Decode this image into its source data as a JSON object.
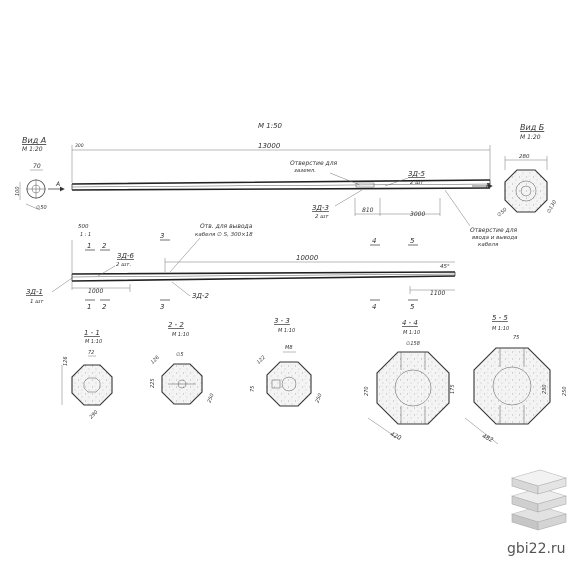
{
  "main_scale": "М 1:50",
  "view_a": {
    "title": "Вид А",
    "scale": "М 1:20",
    "dims": [
      "70",
      "100",
      "∅50"
    ]
  },
  "view_b": {
    "title": "Вид Б",
    "scale": "М 1:20",
    "dims": [
      "280",
      "∅50",
      "∅130"
    ]
  },
  "top_beam": {
    "left_dim": "300",
    "length": "13000",
    "hole_note": [
      "Отверстие для",
      "заземл."
    ],
    "part_right": "ЗД-5",
    "part_right_qty": "2 шт",
    "part_left": "ЗД-3",
    "part_left_qty": "2 шт",
    "dim_810": "810",
    "dim_3000": "3000",
    "hole_note_right": [
      "Отверстие для",
      "ввода и вывода",
      "кабеля"
    ],
    "label_b": "Б",
    "label_a": "А"
  },
  "bottom_beam": {
    "dim_500": "500",
    "dim_1_1": "1 : 1",
    "dim_10000": "10000",
    "dim_1000": "1000",
    "dim_1100": "1100",
    "hole_note": [
      "Отв. для вывода",
      "кабеля ∅ S, 300×18"
    ],
    "part_zd6": "ЗД-6",
    "part_zd6_qty": "2 шт.",
    "part_zd1": "ЗД-1",
    "part_zd1_qty": "1 шт",
    "part_zd2": "ЗД-2",
    "angle": "45°",
    "cuts": [
      "1",
      "2",
      "3",
      "4",
      "5"
    ]
  },
  "sections": [
    {
      "title": "1 - 1",
      "scale": "М 1:10",
      "dims": [
        "72",
        "126",
        "290"
      ]
    },
    {
      "title": "2 - 2",
      "scale": "М 1:10",
      "dims": [
        "∅5",
        "126",
        "225",
        "250"
      ]
    },
    {
      "title": "3 - 3",
      "scale": "М 1:10",
      "dims": [
        "М8",
        "122",
        "75",
        "250"
      ]
    },
    {
      "title": "4 - 4",
      "scale": "М 1:10",
      "dims": [
        "∅158",
        "270",
        "175",
        "420"
      ]
    },
    {
      "title": "5 - 5",
      "scale": "М 1:10",
      "dims": [
        "75",
        "250",
        "230",
        "482"
      ]
    }
  ],
  "watermark": {
    "text": "gbi22.ru",
    "icon": "stacked-slabs-icon"
  }
}
